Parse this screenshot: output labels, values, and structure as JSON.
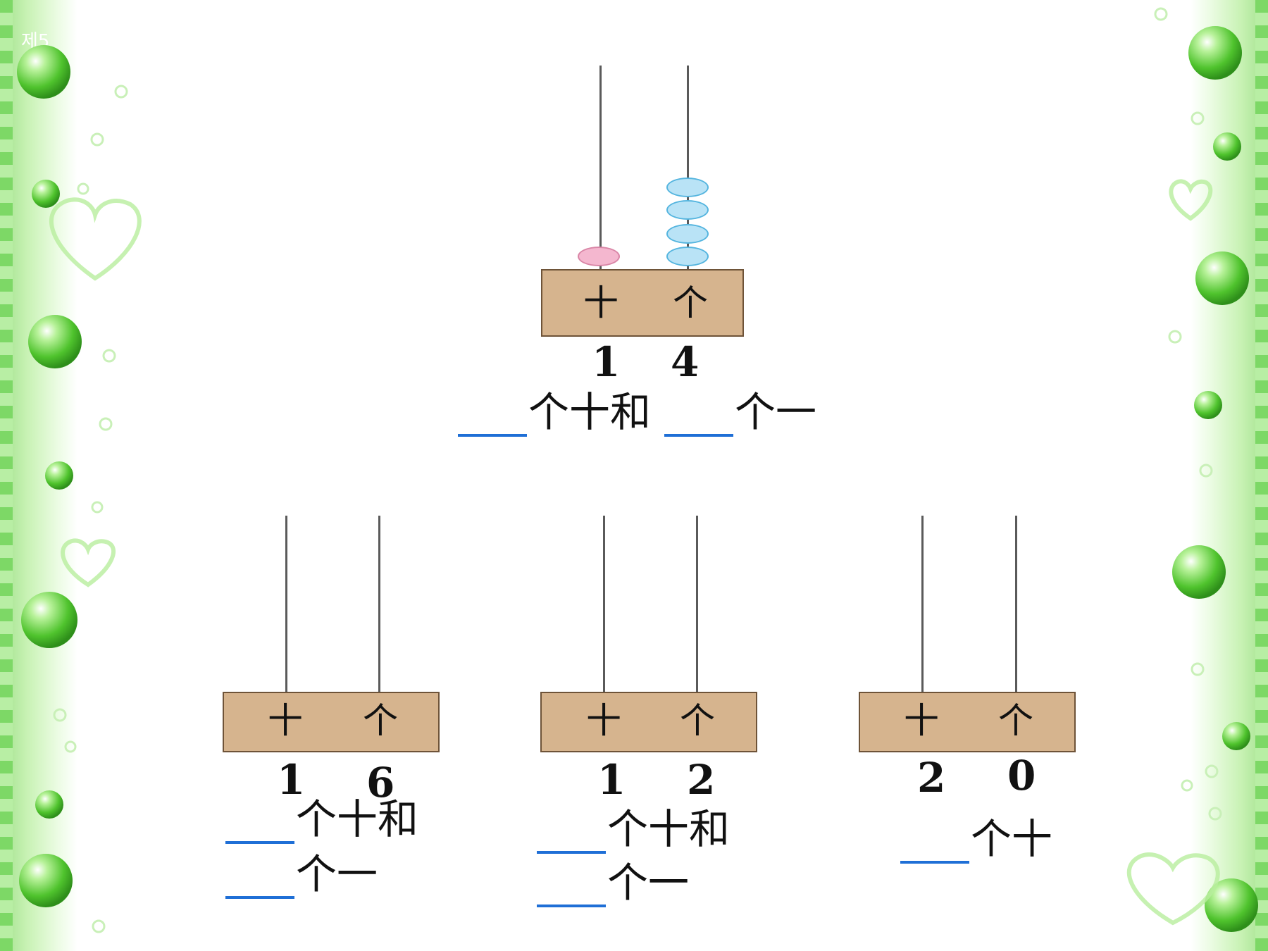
{
  "corner_text": "제5",
  "colors": {
    "tens_bead": "#f4b7cf",
    "ones_bead": "#b9e3f6",
    "blank_line": "#1f6fd6",
    "base": "#d6b48e"
  },
  "place_labels": {
    "tens": "十",
    "ones": "个"
  },
  "abaci": [
    {
      "tens_digit": "1",
      "ones_digit": "4",
      "tens_beads": 1,
      "ones_beads": 4,
      "phrase_tens": "个十和",
      "phrase_ones": "个一"
    },
    {
      "tens_digit": "1",
      "ones_digit": "6",
      "tens_beads": 0,
      "ones_beads": 0,
      "phrase_tens": "个十和",
      "phrase_ones": "个一"
    },
    {
      "tens_digit": "1",
      "ones_digit": "2",
      "tens_beads": 0,
      "ones_beads": 0,
      "phrase_tens": "个十和",
      "phrase_ones": "个一"
    },
    {
      "tens_digit": "2",
      "ones_digit": "0",
      "tens_beads": 0,
      "ones_beads": 0,
      "phrase_tens": "个十"
    }
  ]
}
